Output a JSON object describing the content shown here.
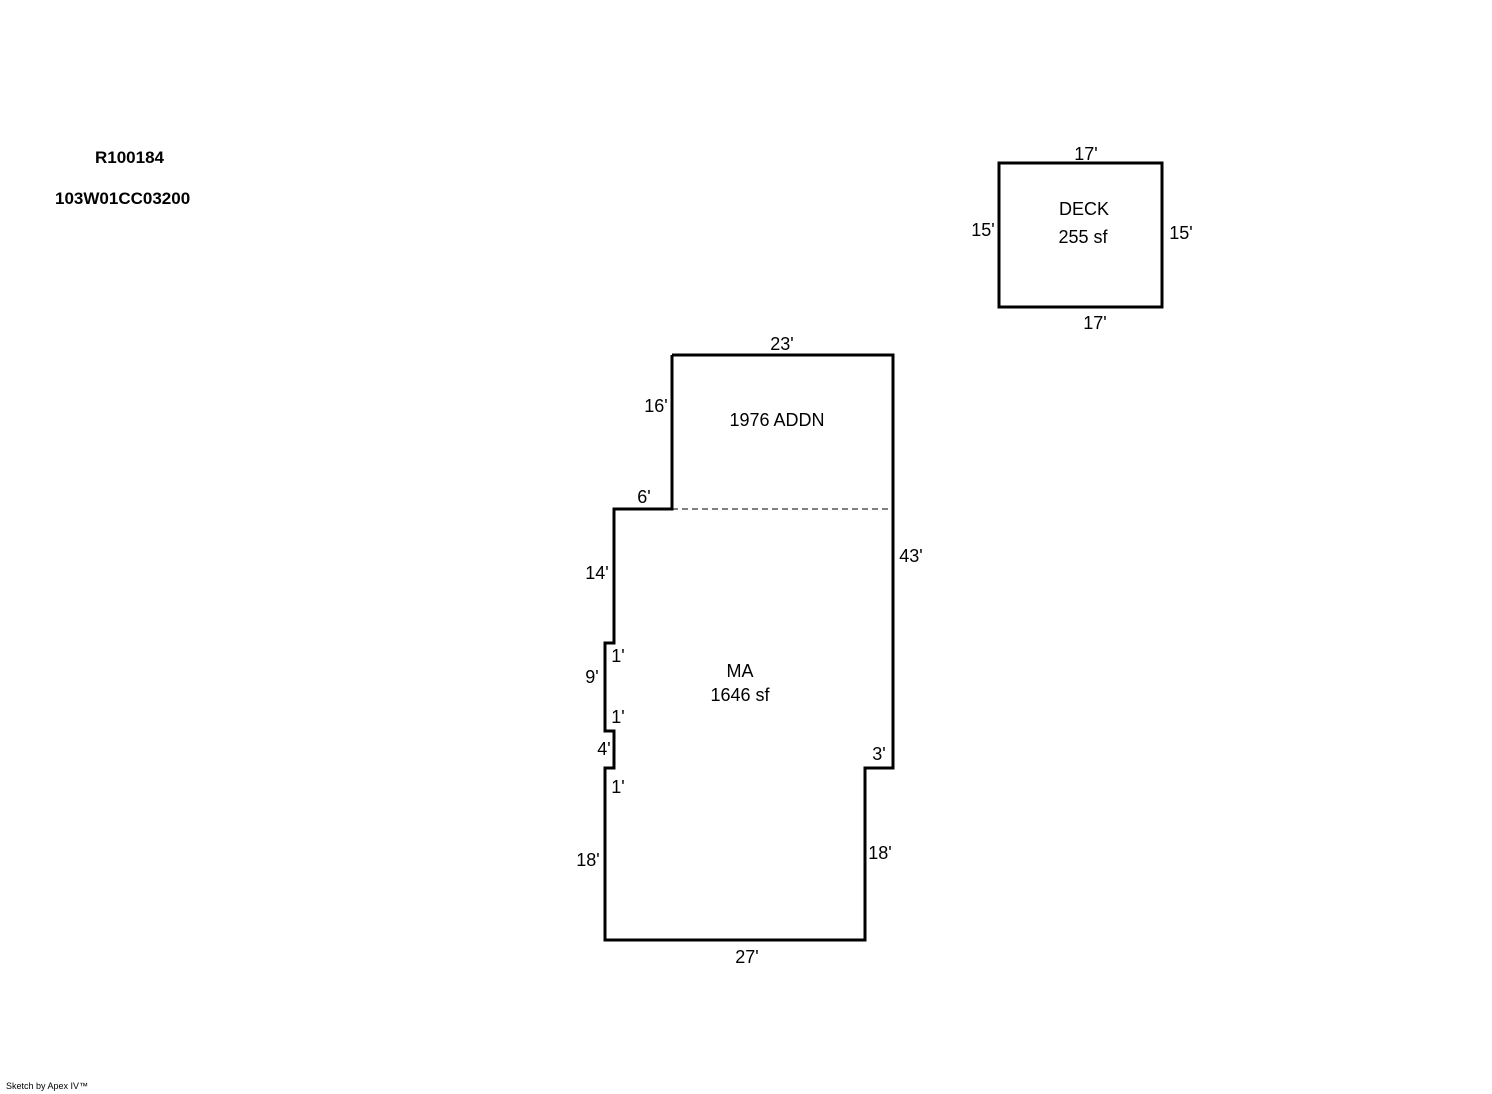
{
  "header": {
    "parcel_id": "R100184",
    "map_number": "103W01CC03200"
  },
  "deck": {
    "name": "DECK",
    "area": "255 sf",
    "top": "17'",
    "bottom": "17'",
    "left": "15'",
    "right": "15'"
  },
  "addition": {
    "name": "1976 ADDN",
    "top": "23'",
    "left": "16'",
    "step": "6'"
  },
  "main_area": {
    "name": "MA",
    "area": "1646 sf",
    "right_upper": "43'",
    "left_upper": "14'",
    "jog_1": "1'",
    "bump": "9'",
    "jog_2": "1'",
    "short_segment": "4'",
    "jog_3": "1'",
    "left_lower": "18'",
    "right_step": "3'",
    "right_lower": "18'",
    "bottom": "27'"
  },
  "footer": {
    "credit": "Sketch by Apex IV™"
  },
  "colors": {
    "line": "#000000",
    "background": "#ffffff"
  }
}
